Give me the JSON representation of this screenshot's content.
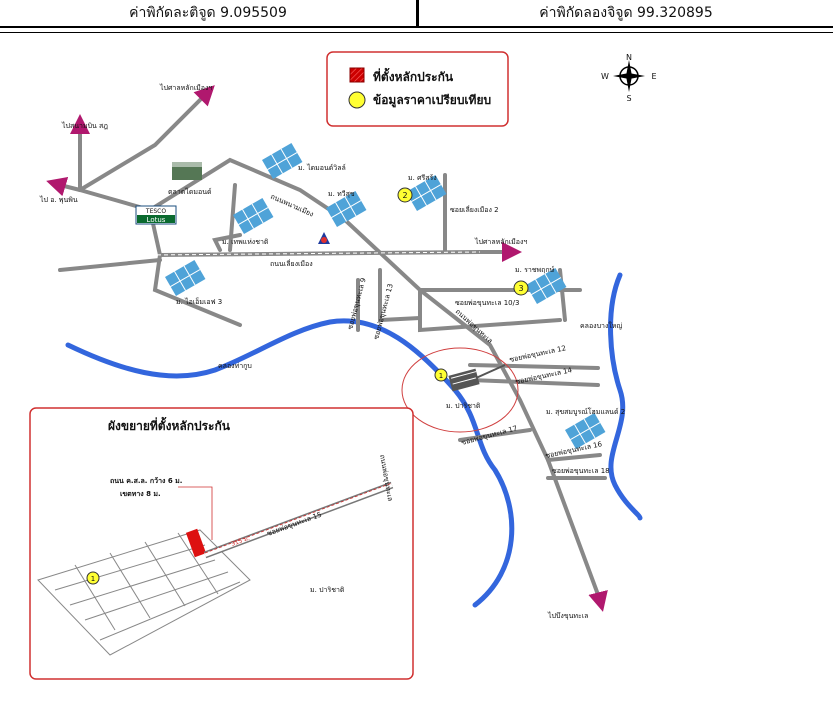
{
  "header": {
    "latitude": "ค่าพิกัดละติจูด 9.095509",
    "longitude": "ค่าพิกัดลองจิจูด 99.320895"
  },
  "legend": {
    "collateral_label": "ที่ตั้งหลักประกัน",
    "comparable_label": "ข้อมูลราคาเปรียบเทียบ",
    "collateral_color": "#cc0000",
    "comparable_color": "#ffff33"
  },
  "compass": {
    "n": "N",
    "s": "S",
    "e": "E",
    "w": "W"
  },
  "map_labels": {
    "to_city_north": "ไปศาลหลักเมืองฯ",
    "to_airport": "ไปสนามบิน สฎ",
    "to_phunphin": "ไป อ. พุนพิน",
    "market": "ตลาดไดมอนด์",
    "tesco": "TESCO",
    "lotus": "Lotus",
    "diamond_ville": "ม. ไดมอนด์วิลล์",
    "road_phon_na_miang": "ถนนพนามเมียง",
    "thawisuk": "ม. ทวีสุข",
    "srilong": "ม. ศรีสร้ง",
    "soi_liang_mueang_2": "ซอยเลี่ยงเมือง 2",
    "thepha_haeng_chat": "ม. เทพแห่งชาติ",
    "to_city_east": "ไปศาลหลักเมืองฯ",
    "road_liang_mueang": "ถนนเลี่ยงเมือง",
    "rachaphruek": "ม. ราชพฤกษ์",
    "siam_3": "ม. ไอเอ็มเอฟ 3",
    "soi_9": "ซอยพ่อขุนทะเล 9",
    "soi_13": "ซอยพ่อขุนทะเล 13",
    "soi_10_3": "ซอยพ่อขุนทะเล 10/3",
    "road_pho_khun_thale": "ถนนพ่อขุนทะเล",
    "khlong_bang_yai": "คลองบางใหญ่",
    "khlong_tha_ku": "คลองท่ากูบ",
    "soi_12": "ซอยพ่อขุนทะเล 12",
    "soi_14": "ซอยพ่อขุนทะเล 14",
    "prichat": "ม. ปาริชาติ",
    "sukhsom": "ม. สุขสมบูรณ์โฮมแลนด์ 2",
    "soi_17": "ซอยพ่อขุนทะเล 17",
    "soi_16": "ซอยพ่อขุนทะเล 16",
    "soi_18": "ซอยพ่อขุนทะเล 18",
    "to_bueng": "ไปบึงขุนทะเล",
    "marker_1": "1",
    "marker_2": "2",
    "marker_3": "3"
  },
  "inset": {
    "title": "ผังขยายที่ตั้งหลักประกัน",
    "road_width": "ถนน ค.ส.ล. กว้าง 6 ม.",
    "setback": "เขตทาง 8 ม.",
    "soi_15": "ซอยพ่อขุนทะเล 15",
    "distance": "315 ม.",
    "road_main": "ถนนพ่อขุนทะเล",
    "prichat": "ม. ปาริชาติ",
    "marker": "1"
  }
}
